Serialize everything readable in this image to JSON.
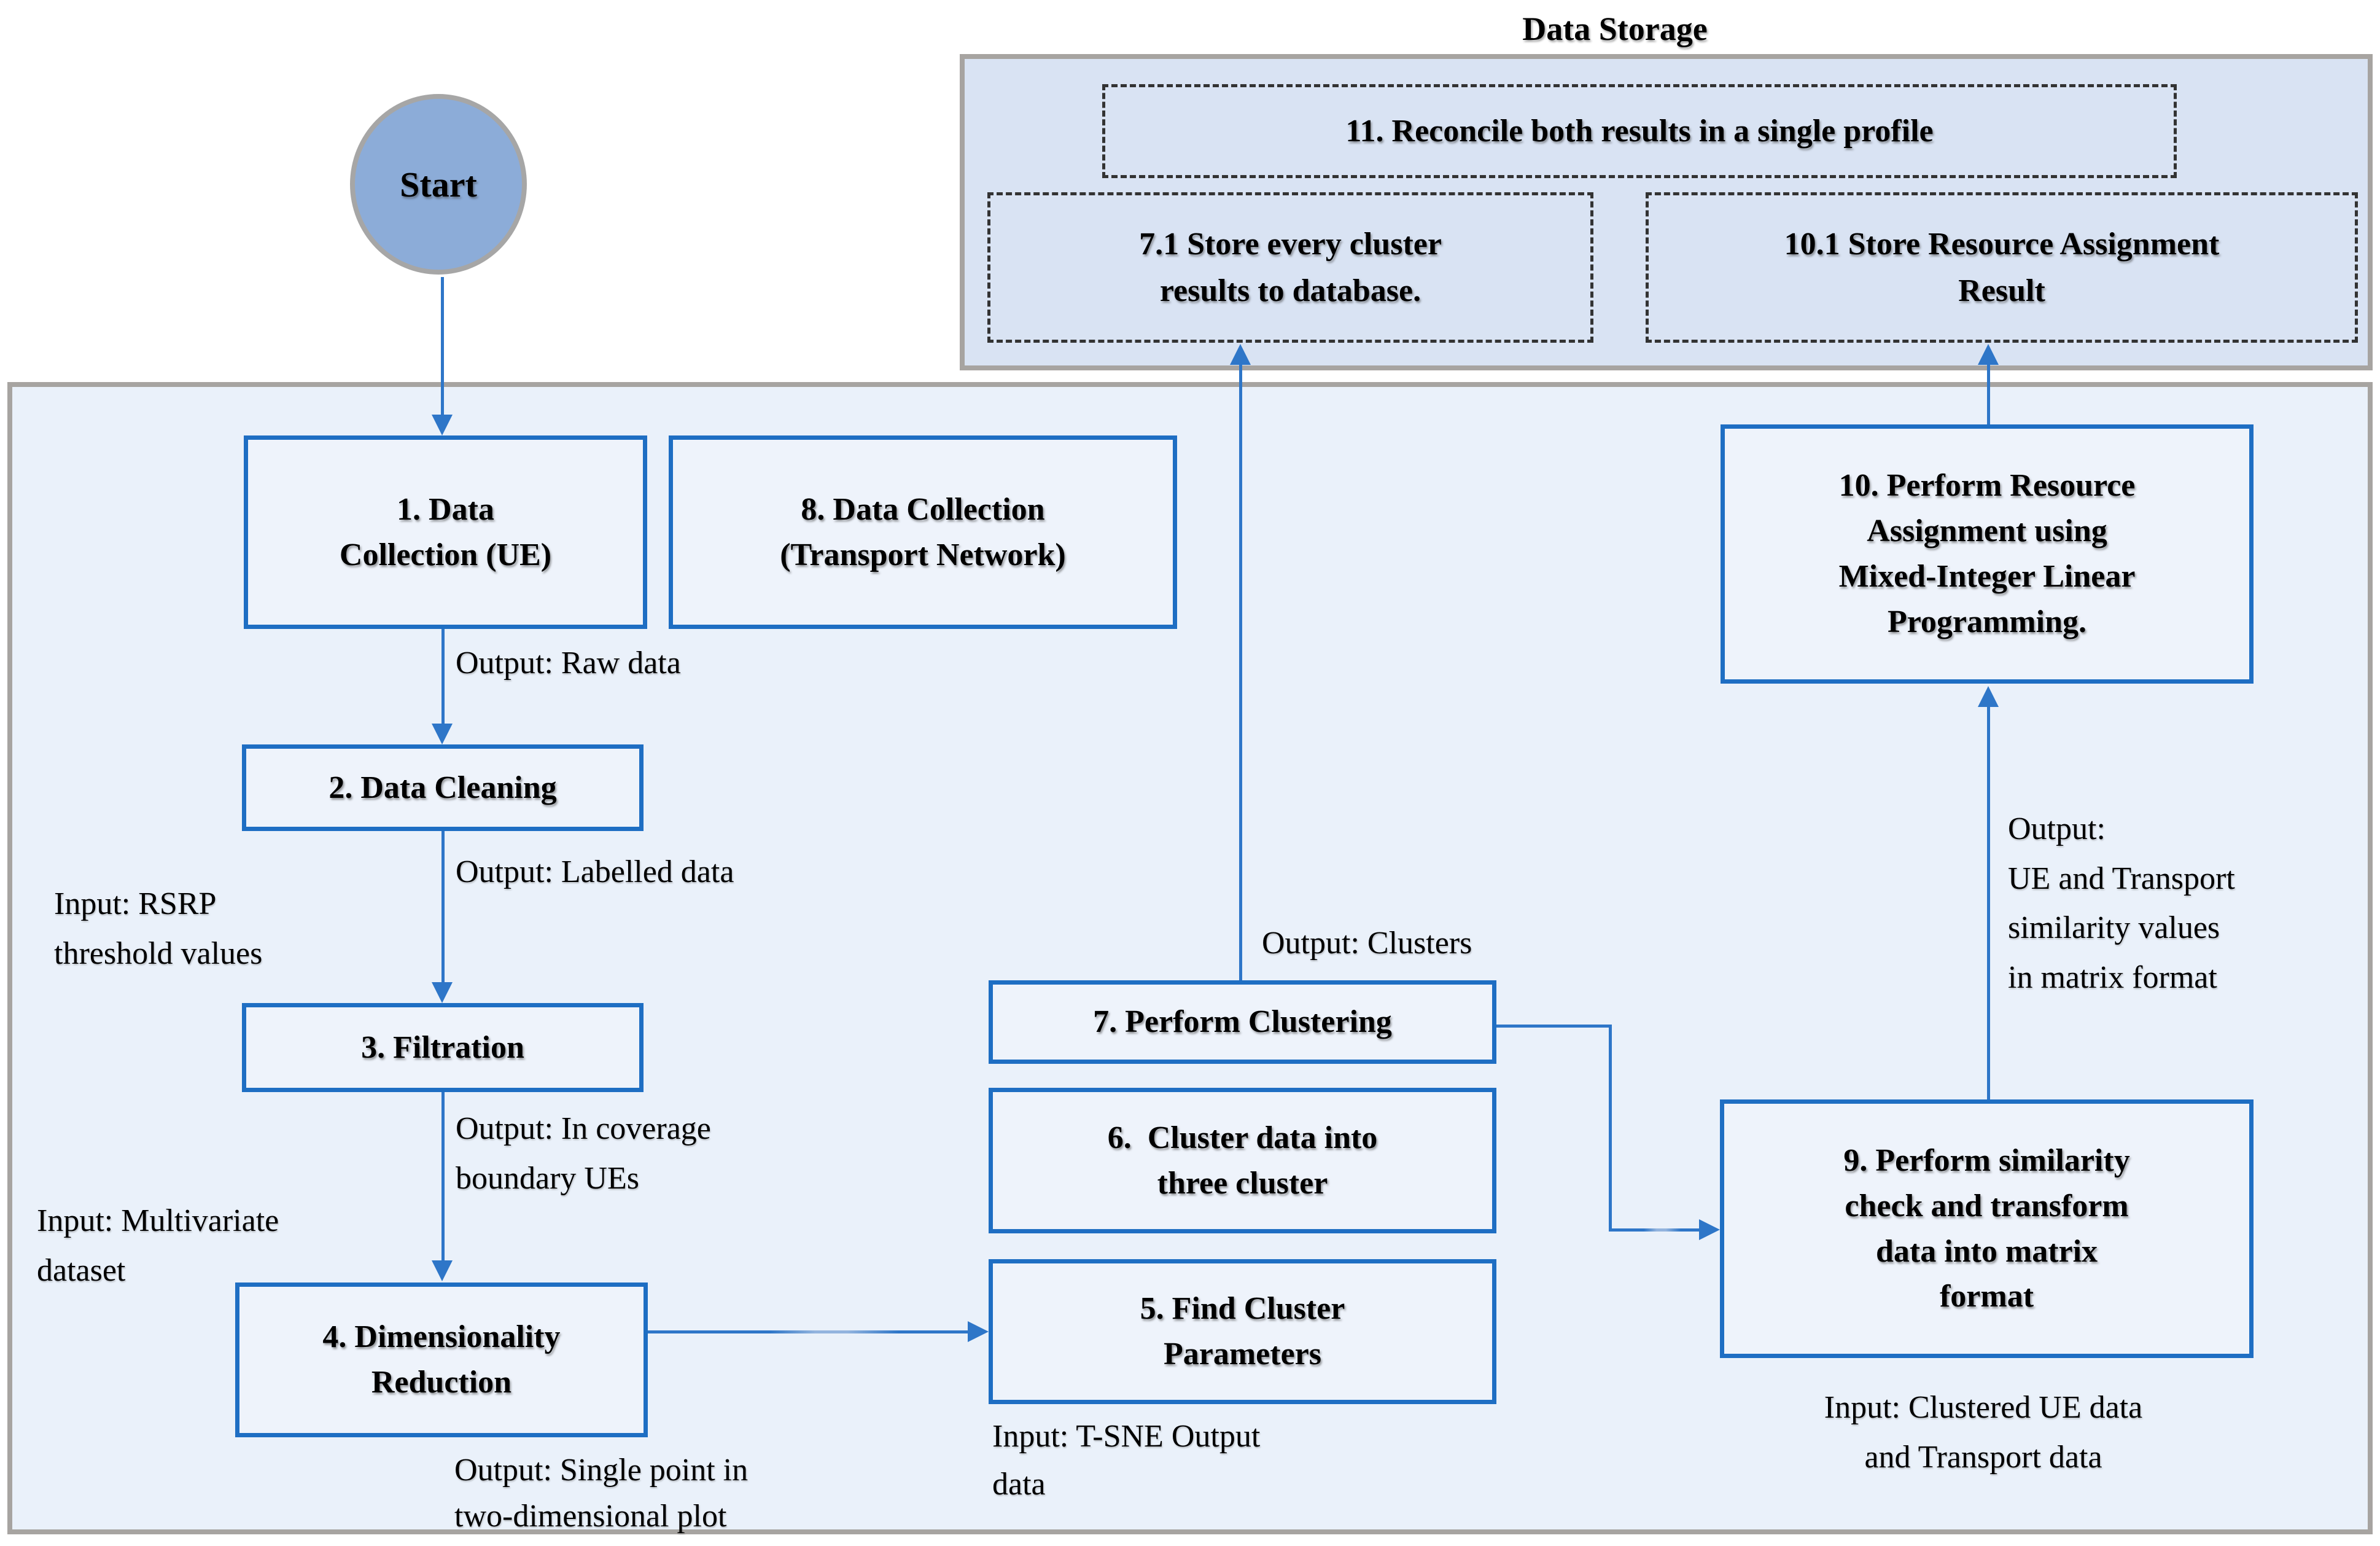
{
  "diagram": {
    "title": "Data Storage",
    "start_label": "Start",
    "storage_nodes": {
      "n11": "11. Reconcile both results in a single profile",
      "n71": "7.1 Store every cluster\nresults to database.",
      "n101": "10.1 Store Resource Assignment\nResult"
    },
    "process_nodes": {
      "n1": "1. Data\nCollection (UE)",
      "n8": "8. Data Collection\n(Transport Network)",
      "n2": "2. Data Cleaning",
      "n3": "3. Filtration",
      "n4": "4. Dimensionality\nReduction",
      "n5": "5. Find Cluster\nParameters",
      "n6": "6.  Cluster data into\nthree cluster",
      "n7": "7. Perform Clustering",
      "n9": "9. Perform similarity\ncheck and transform\ndata into matrix\nformat",
      "n10": "10. Perform Resource\nAssignment using\nMixed-Integer Linear\nProgramming."
    },
    "edge_labels": {
      "out_raw": "Output: Raw data",
      "out_labelled": "Output: Labelled data",
      "in_rsrp": "Input: RSRP\nthreshold values",
      "out_coverage": "Output: In coverage\nboundary UEs",
      "in_multivariate": "Input: Multivariate\ndataset",
      "out_single_point": "Output: Single point in\ntwo-dimensional plot",
      "in_tsne": "Input: T-SNE Output\ndata",
      "out_clusters": "Output: Clusters",
      "out_matrix": "Output:\nUE and Transport\nsimilarity values\nin matrix format",
      "in_clustered": "Input: Clustered UE data\nand Transport data"
    },
    "colors": {
      "node_border": "#1e6ec3",
      "arrow": "#2e76c8",
      "start_fill": "#8cacd8",
      "storage_fill": "#d9e3f3",
      "process_fill": "#eaf1fa",
      "container_border": "#a7a4a1",
      "dashed_border": "#333333"
    }
  }
}
